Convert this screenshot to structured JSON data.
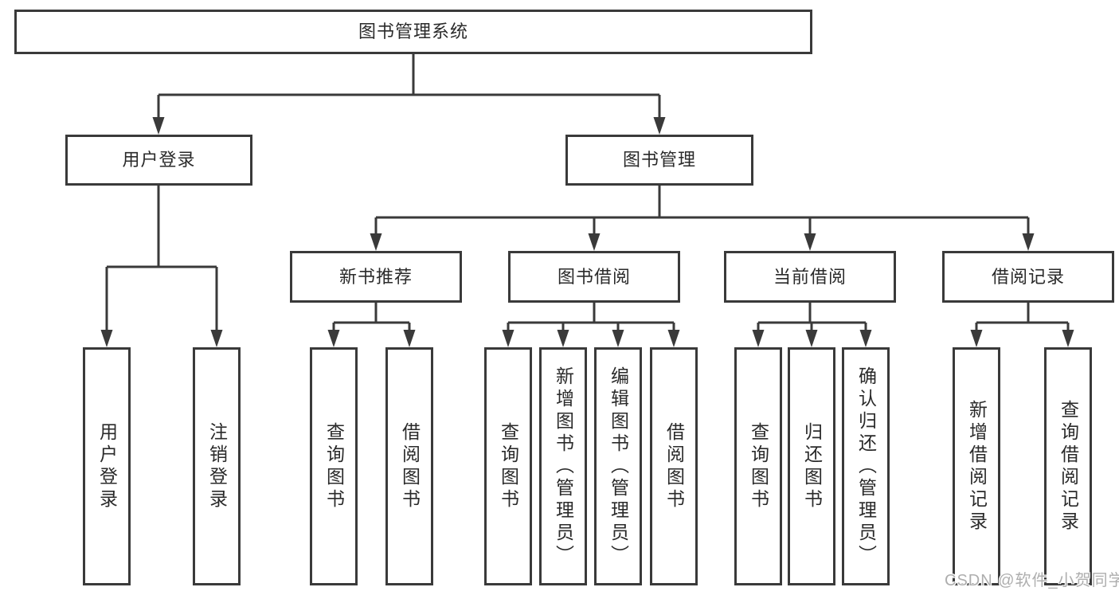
{
  "diagram": {
    "title": "图书管理系统",
    "nodes": {
      "root": "图书管理系统",
      "user_login": "用户登录",
      "book_mgmt": "图书管理",
      "new_book": "新书推荐",
      "book_borrow": "图书借阅",
      "current_borrow": "当前借阅",
      "borrow_record": "借阅记录",
      "leaf_user_login": "用户登录",
      "leaf_logout": "注销登录",
      "leaf_nb_query_book": "查询图书",
      "leaf_nb_borrow_book": "借阅图书",
      "leaf_bb_query_book": "查询图书",
      "leaf_bb_add_book": "新增图书（管理员）",
      "leaf_bb_edit_book": "编辑图书（管理员）",
      "leaf_bb_borrow_book": "借阅图书",
      "leaf_cb_query_book": "查询图书",
      "leaf_cb_return_book": "归还图书",
      "leaf_cb_confirm_return": "确认归还（管理员）",
      "leaf_br_add_record": "新增借阅记录",
      "leaf_br_query_record": "查询借阅记录"
    }
  },
  "watermark": "CSDN @软件_小贺同学",
  "colors": {
    "line": "#3a3a3a",
    "box_border": "#3a3a3a",
    "text": "#2a2a2a",
    "background": "#ffffff",
    "watermark": "#aeaeae"
  }
}
